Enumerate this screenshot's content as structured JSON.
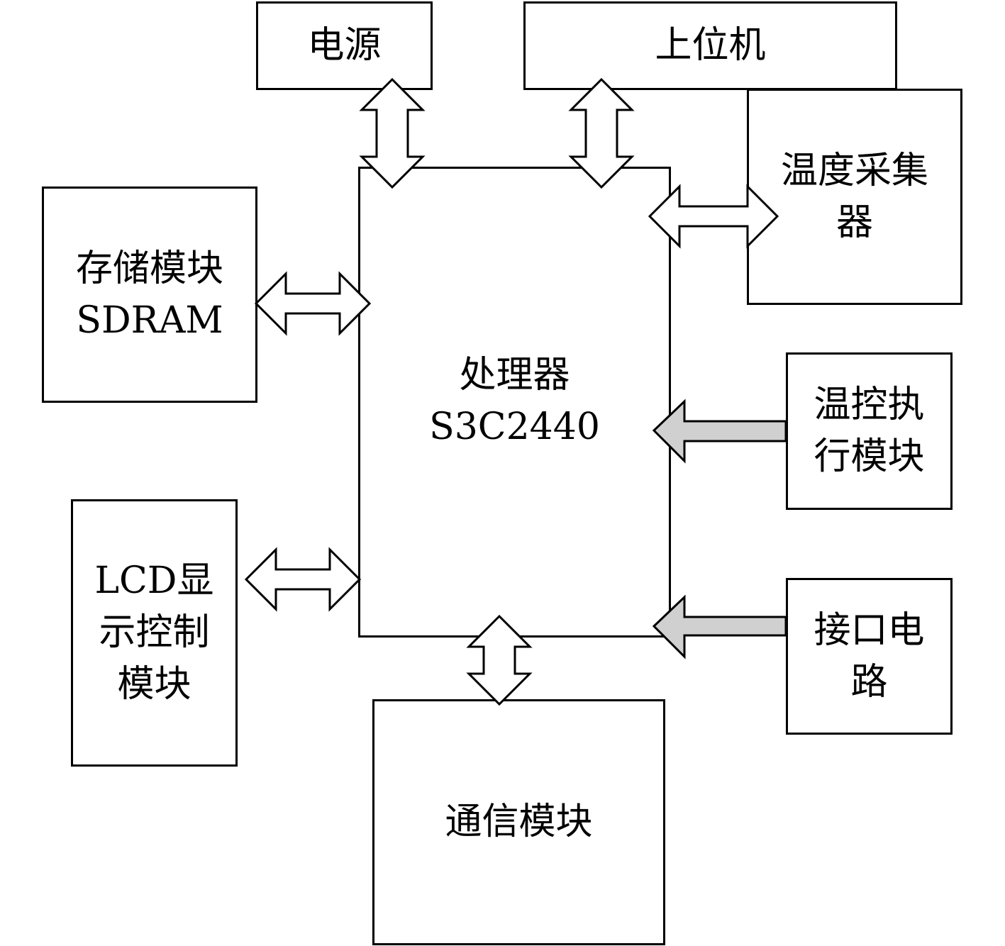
{
  "blocks": {
    "power": {
      "label": "电源"
    },
    "host": {
      "label": "上位机"
    },
    "temp_collector": {
      "line1": "温度采集",
      "line2": "器"
    },
    "memory": {
      "line1": "存储模块",
      "line2": "SDRAM"
    },
    "processor": {
      "line1": "处理器",
      "line2": "S3C2440"
    },
    "temp_control": {
      "line1": "温控执",
      "line2": "行模块"
    },
    "lcd": {
      "line1": "LCD显",
      "line2": "示控制",
      "line3": "模块"
    },
    "interface": {
      "line1": "接口电",
      "line2": "路"
    },
    "comm": {
      "label": "通信模块"
    }
  },
  "colors": {
    "stroke": "#000000",
    "hollow_arrow_fill": "#ffffff",
    "input_arrow_fill": "#d0d0d0"
  }
}
